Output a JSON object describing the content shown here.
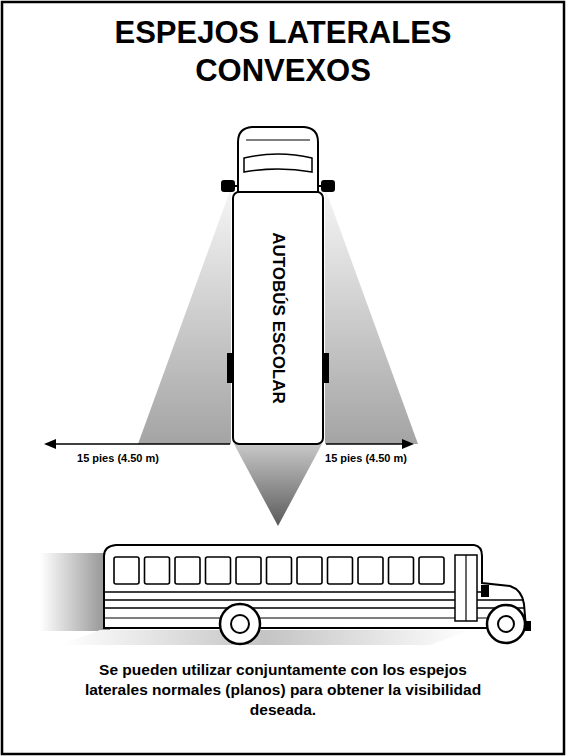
{
  "diagram": {
    "title": "ESPEJOS LATERALES CONVEXOS",
    "caption": "Se pueden utilizar conjuntamente con los espejos laterales normales (planos) para obtener la visibilidad deseada.",
    "labels": [
      "AUTOBÚS ESCOLAR",
      "15 pies (4.50 m)",
      "15 pies (4.50 m)"
    ]
  }
}
